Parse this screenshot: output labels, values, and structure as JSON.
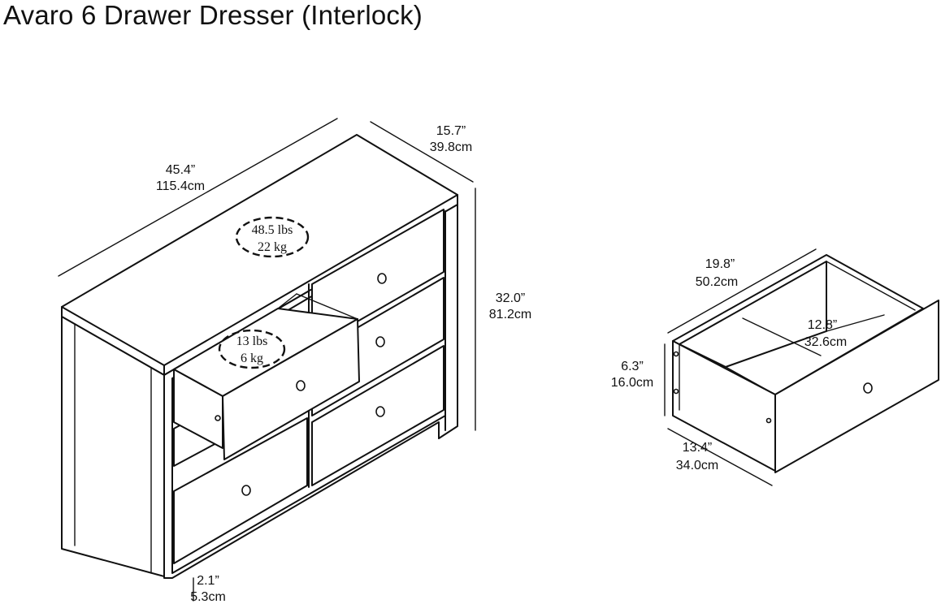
{
  "title": "Avaro 6 Drawer Dresser (Interlock)",
  "dresser": {
    "width_in": "45.4”",
    "width_cm": "115.4cm",
    "depth_in": "15.7”",
    "depth_cm": "39.8cm",
    "height_in": "32.0”",
    "height_cm": "81.2cm",
    "leg_in": "2.1”",
    "leg_cm": "5.3cm",
    "top_weight_lbs": "48.5 lbs",
    "top_weight_kg": "22 kg",
    "drawer_weight_lbs": "13 lbs",
    "drawer_weight_kg": "6 kg"
  },
  "drawer": {
    "width_in": "19.8”",
    "width_cm": "50.2cm",
    "inner_in": "12.8”",
    "inner_cm": "32.6cm",
    "height_in": "6.3”",
    "height_cm": "16.0cm",
    "depth_in": "13.4”",
    "depth_cm": "34.0cm"
  }
}
